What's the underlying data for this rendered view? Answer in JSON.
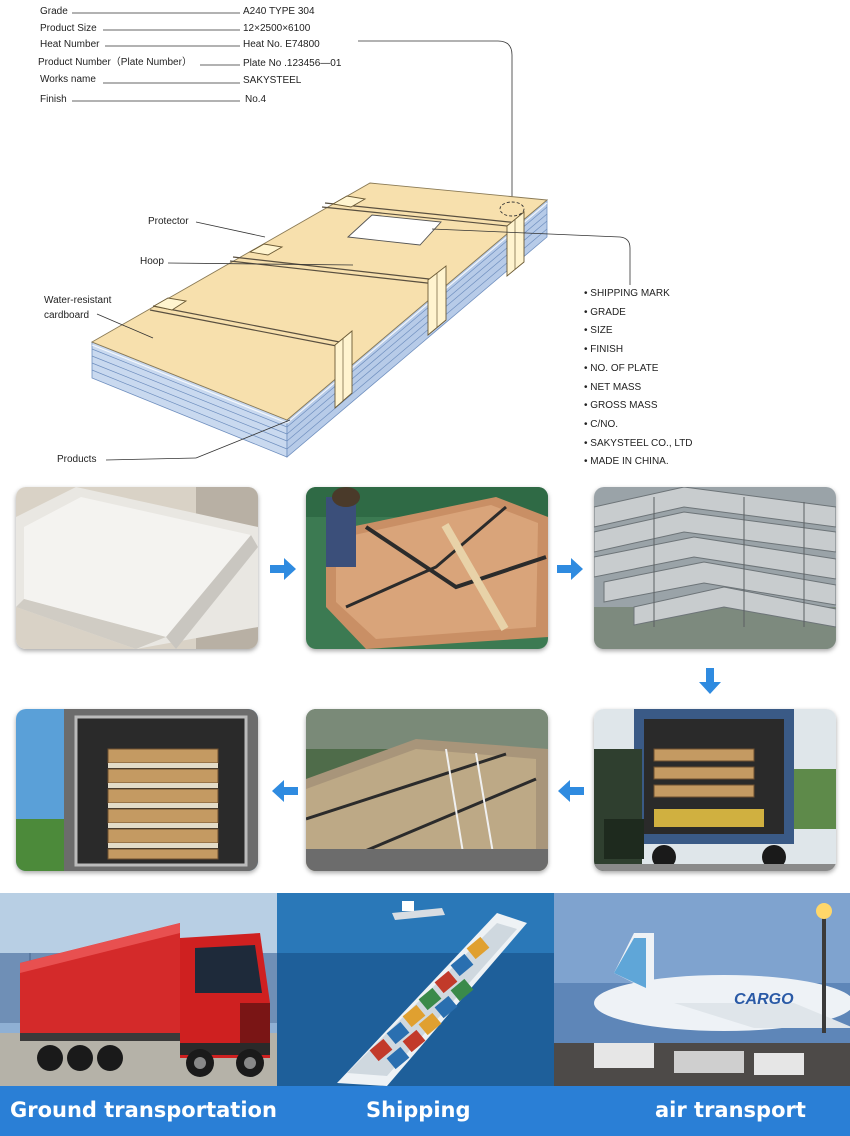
{
  "spec_labels": [
    {
      "label": "Grade",
      "value": "A240 TYPE 304"
    },
    {
      "label": "Product Size",
      "value": "12×2500×6100"
    },
    {
      "label": "Heat Number",
      "value": "Heat No. E74800"
    },
    {
      "label": "Product Number（Plate Number）",
      "value": "Plate No .123456—01"
    },
    {
      "label": "Works name",
      "value": "SAKYSTEEL"
    },
    {
      "label": "Finish",
      "value": "No.4"
    }
  ],
  "callouts": {
    "protector": "Protector",
    "hoop": "Hoop",
    "cardboard_line1": "Water-resistant",
    "cardboard_line2": "cardboard",
    "products": "Products"
  },
  "shipping_mark_items": [
    "SHIPPING MARK",
    "GRADE",
    "SIZE",
    "FINISH",
    "NO. OF PLATE",
    "NET MASS",
    "GROSS MASS",
    "C/NO.",
    "SAKYSTEEL CO., LTD",
    "MADE IN CHINA."
  ],
  "process_photos": [
    {
      "name": "stainless-sheet-photo"
    },
    {
      "name": "wood-wrapping-photo"
    },
    {
      "name": "stacked-bundles-photo"
    },
    {
      "name": "forklift-loading-photo"
    },
    {
      "name": "strapped-load-photo"
    },
    {
      "name": "loaded-container-photo"
    }
  ],
  "transport": {
    "ground": "Ground transportation",
    "shipping": "Shipping",
    "air": "air transport",
    "plane_livery": "CARGO"
  },
  "colors": {
    "arrow_blue": "#2f8be0",
    "caption_bar": "#2a7fd6",
    "cardboard": "#f7e0ad",
    "plate_edge": "#bcd0ea"
  }
}
